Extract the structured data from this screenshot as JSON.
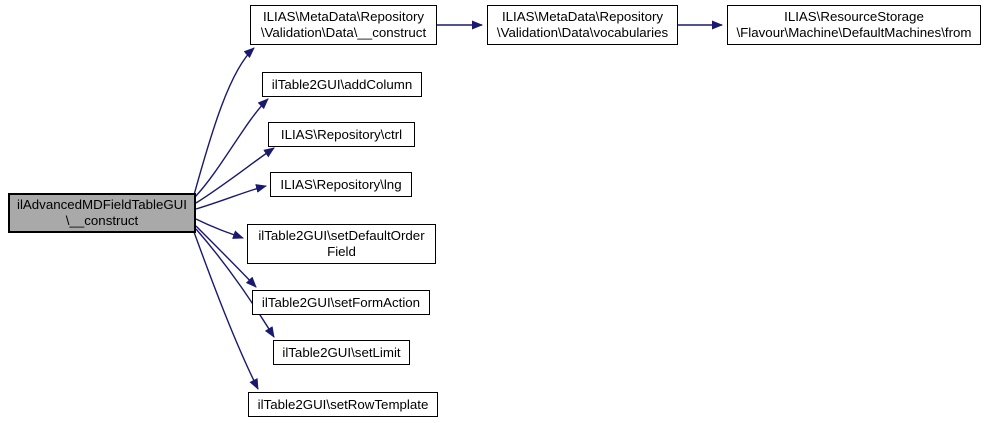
{
  "diagram": {
    "type": "call-graph",
    "colors": {
      "background": "#ffffff",
      "edge": "#191970",
      "node_border": "#000000",
      "node_fill": "#ffffff",
      "root_fill": "#a9a9a9",
      "text": "#000000"
    },
    "nodes": [
      {
        "id": "root",
        "lines": [
          "ilAdvancedMDFieldTableGUI",
          "\\__construct"
        ]
      },
      {
        "id": "metadata-construct",
        "lines": [
          "ILIAS\\MetaData\\Repository",
          "\\Validation\\Data\\__construct"
        ]
      },
      {
        "id": "vocabularies",
        "lines": [
          "ILIAS\\MetaData\\Repository",
          "\\Validation\\Data\\vocabularies"
        ]
      },
      {
        "id": "default-machines-from",
        "lines": [
          "ILIAS\\ResourceStorage",
          "\\Flavour\\Machine\\DefaultMachines\\from"
        ]
      },
      {
        "id": "add-column",
        "lines": [
          "ilTable2GUI\\addColumn"
        ]
      },
      {
        "id": "ctrl",
        "lines": [
          "ILIAS\\Repository\\ctrl"
        ]
      },
      {
        "id": "lng",
        "lines": [
          "ILIAS\\Repository\\lng"
        ]
      },
      {
        "id": "set-default-order-field",
        "lines": [
          "ilTable2GUI\\setDefaultOrder",
          "Field"
        ]
      },
      {
        "id": "set-form-action",
        "lines": [
          "ilTable2GUI\\setFormAction"
        ]
      },
      {
        "id": "set-limit",
        "lines": [
          "ilTable2GUI\\setLimit"
        ]
      },
      {
        "id": "set-row-template",
        "lines": [
          "ilTable2GUI\\setRowTemplate"
        ]
      }
    ],
    "edges": [
      {
        "from": "root",
        "to": "metadata-construct"
      },
      {
        "from": "root",
        "to": "add-column"
      },
      {
        "from": "root",
        "to": "ctrl"
      },
      {
        "from": "root",
        "to": "lng"
      },
      {
        "from": "root",
        "to": "set-default-order-field"
      },
      {
        "from": "root",
        "to": "set-form-action"
      },
      {
        "from": "root",
        "to": "set-limit"
      },
      {
        "from": "root",
        "to": "set-row-template"
      },
      {
        "from": "metadata-construct",
        "to": "vocabularies"
      },
      {
        "from": "vocabularies",
        "to": "default-machines-from"
      }
    ]
  }
}
